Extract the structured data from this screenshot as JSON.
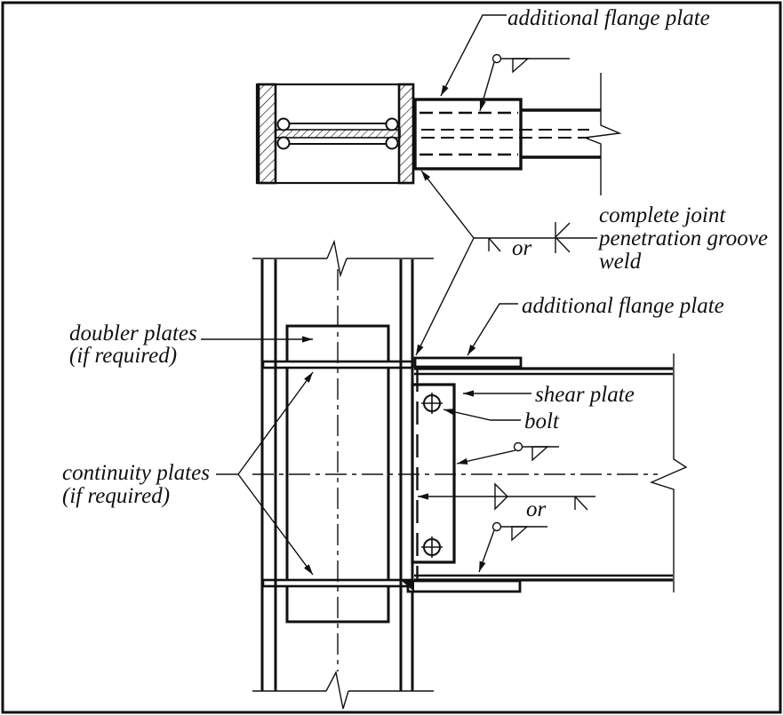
{
  "drawing": {
    "background_color": "#ffffff",
    "line_color": "#101010",
    "labels": {
      "additional_flange_plate_top": "additional flange plate",
      "cjp_weld": [
        "complete joint",
        "penetration groove",
        "weld"
      ],
      "or_top": "or",
      "additional_flange_plate_bottom": "additional flange plate",
      "shear_plate": "shear plate",
      "bolt": "bolt",
      "doubler_plates": [
        "doubler plates",
        "(if required)"
      ],
      "continuity_plates": [
        "continuity plates",
        "(if required)"
      ],
      "or_bottom": "or"
    },
    "symbols": [
      "fillet-weld-symbol",
      "bevel-groove-weld-symbol",
      "double-bevel-groove-weld-symbol",
      "bolt-symbol",
      "break-line",
      "centerline",
      "section-hatching"
    ]
  }
}
